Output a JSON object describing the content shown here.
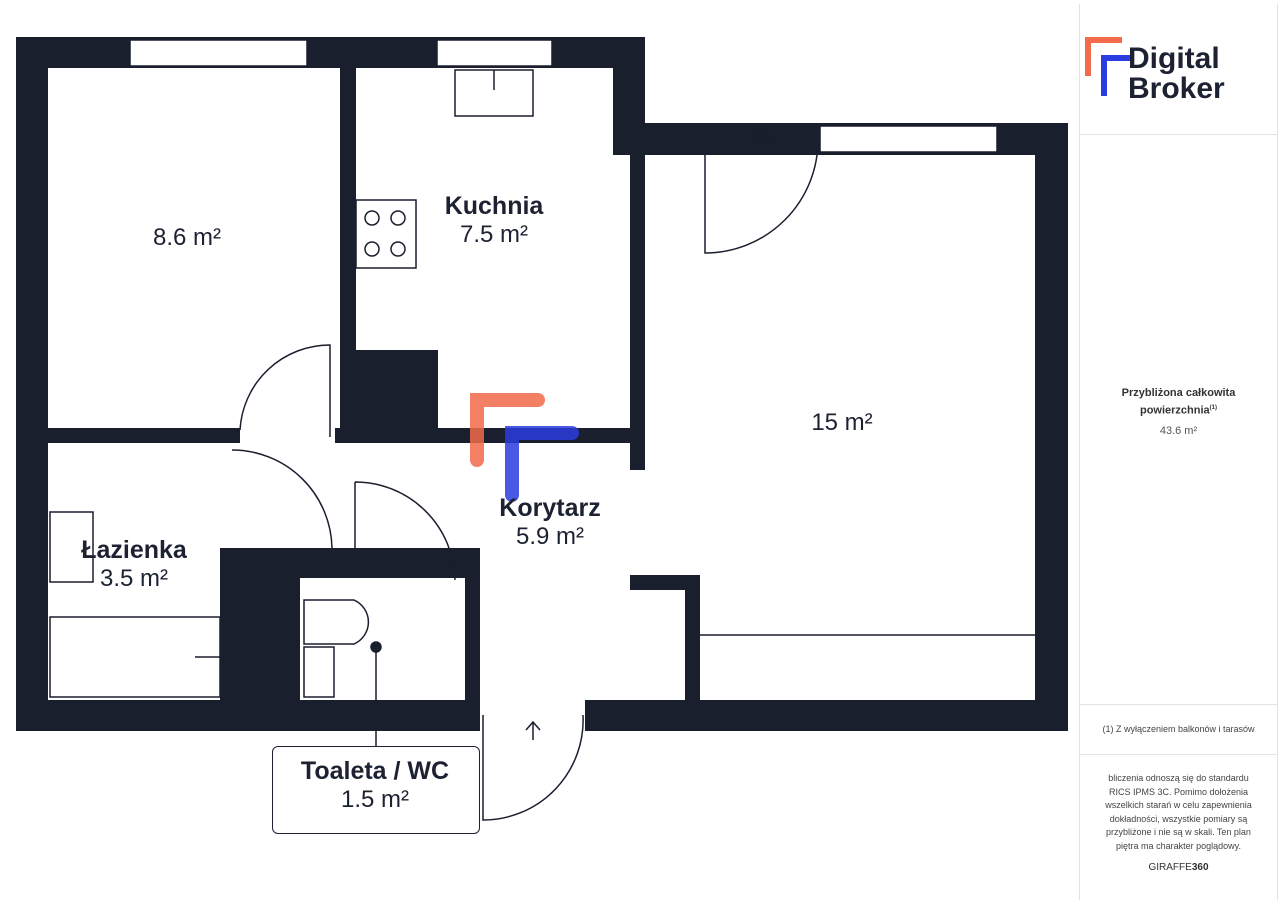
{
  "brand": {
    "name_line1": "Digital",
    "name_line2": "Broker",
    "accent_orange": "#f26b4a",
    "accent_blue": "#2b3de0"
  },
  "rooms": [
    {
      "name": "",
      "area": "8.6 m²"
    },
    {
      "name": "Kuchnia",
      "area": "7.5 m²"
    },
    {
      "name": "",
      "area": "15 m²"
    },
    {
      "name": "Korytarz",
      "area": "5.9 m²"
    },
    {
      "name": "Łazienka",
      "area": "3.5 m²"
    },
    {
      "name": "Toaleta / WC",
      "area": "1.5 m²"
    }
  ],
  "panel": {
    "total_label": "Przybliżona całkowita powierzchnia",
    "total_sup": "(1)",
    "total_value": "43.6 m²",
    "footnote": "(1) Z wyłączeniem balkonów i tarasów",
    "disclaimer": "bliczenia odnoszą się do standardu RICS IPMS 3C. Pomimo dołożenia wszelkich starań w celu zapewnienia dokładności, wszystkie pomiary są przybliżone i nie są w skali. Ten plan piętra ma charakter poglądowy.",
    "credit_a": "GIRAFFE",
    "credit_b": "360"
  },
  "colors": {
    "wall": "#1a1f2e"
  }
}
